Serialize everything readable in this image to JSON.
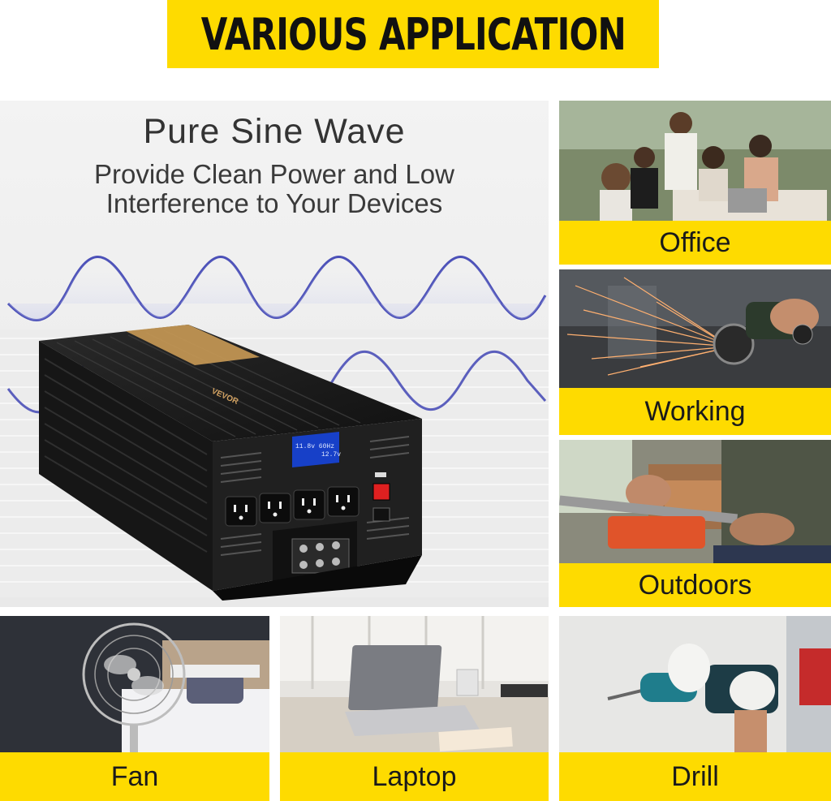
{
  "colors": {
    "accent_yellow": "#fedb00",
    "inverter_body": "#1c1c1c",
    "wave_stroke": "#4b50b8"
  },
  "header": {
    "title": "VARIOUS APPLICATION"
  },
  "hero": {
    "title": "Pure Sine Wave",
    "subtitle_line1": "Provide Clean Power and Low",
    "subtitle_line2": "Interference to Your Devices",
    "product": {
      "brand": "VEVOR",
      "display_line1": "11.8v 60Hz",
      "display_line2": "12.7v",
      "outlet_count": 4
    }
  },
  "applications": [
    {
      "label": "Office"
    },
    {
      "label": "Working"
    },
    {
      "label": "Outdoors"
    },
    {
      "label": "Fan"
    },
    {
      "label": "Laptop"
    },
    {
      "label": "Drill"
    }
  ]
}
